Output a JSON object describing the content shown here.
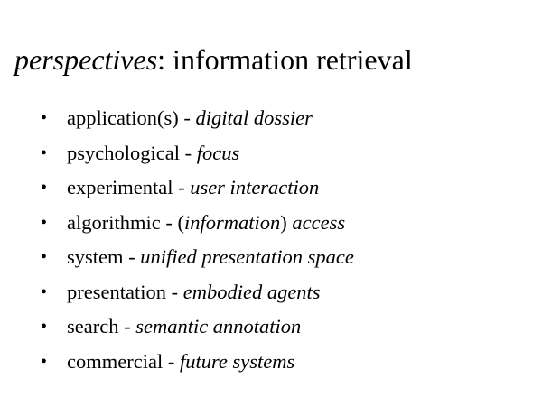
{
  "title": {
    "emphasis": "perspectives",
    "rest": ": information retrieval"
  },
  "bullets": [
    {
      "marker": "•",
      "label": "application(s) - ",
      "emphasis": "digital dossier"
    },
    {
      "marker": "•",
      "label": "psychological - ",
      "emphasis": "focus"
    },
    {
      "marker": "•",
      "label": "experimental - ",
      "emphasis": "user interaction"
    },
    {
      "marker": "•",
      "label": "algorithmic - (",
      "emphasis": "information",
      "suffix": ") ",
      "emphasis2": "access"
    },
    {
      "marker": "•",
      "label": "system - ",
      "emphasis": "unified presentation space"
    },
    {
      "marker": "•",
      "label": "presentation - ",
      "emphasis": "embodied agents"
    },
    {
      "marker": "•",
      "label": "search - ",
      "emphasis": "semantic annotation"
    },
    {
      "marker": "•",
      "label": "commercial - ",
      "emphasis": "future systems"
    }
  ]
}
